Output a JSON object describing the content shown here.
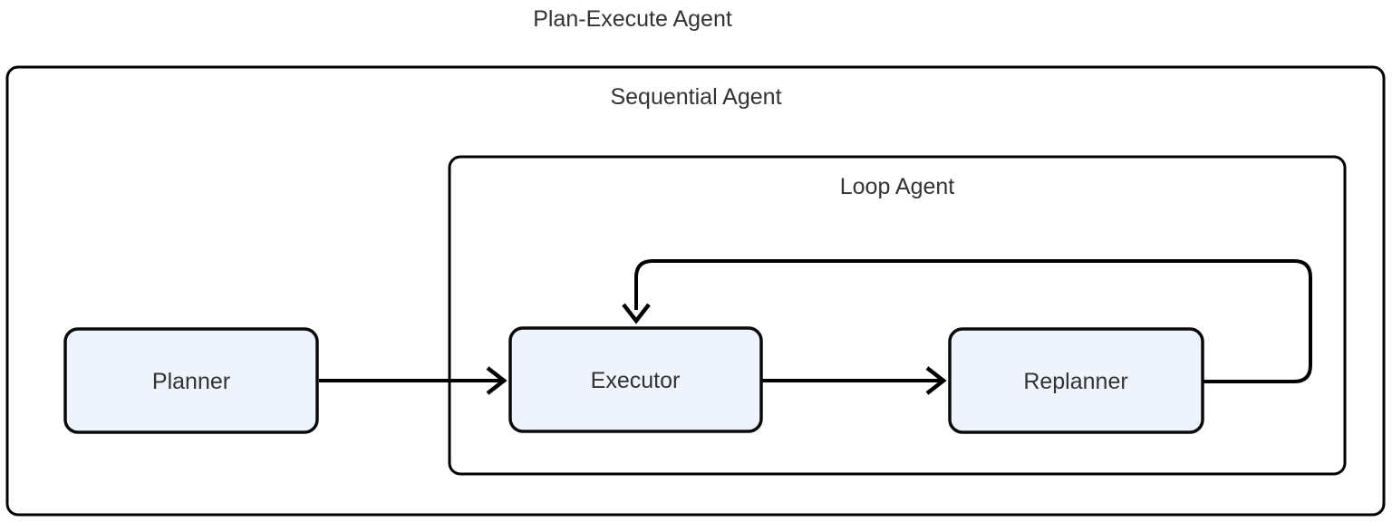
{
  "diagram": {
    "title": "Plan-Execute Agent",
    "containers": [
      {
        "id": "sequential-agent",
        "label": "Sequential Agent"
      },
      {
        "id": "loop-agent",
        "label": "Loop Agent"
      }
    ],
    "nodes": [
      {
        "id": "planner",
        "label": "Planner"
      },
      {
        "id": "executor",
        "label": "Executor"
      },
      {
        "id": "replanner",
        "label": "Replanner"
      }
    ],
    "edges": [
      {
        "from": "Planner",
        "to": "Executor",
        "type": "straight"
      },
      {
        "from": "Executor",
        "to": "Replanner",
        "type": "straight"
      },
      {
        "from": "Replanner",
        "to": "Executor",
        "type": "loop-back"
      }
    ],
    "colors": {
      "node_fill": "#EFF3FB",
      "container_fill": "#FFFFFF",
      "border": "#000000",
      "text": "#333333",
      "background": "#FFFFFF"
    }
  }
}
